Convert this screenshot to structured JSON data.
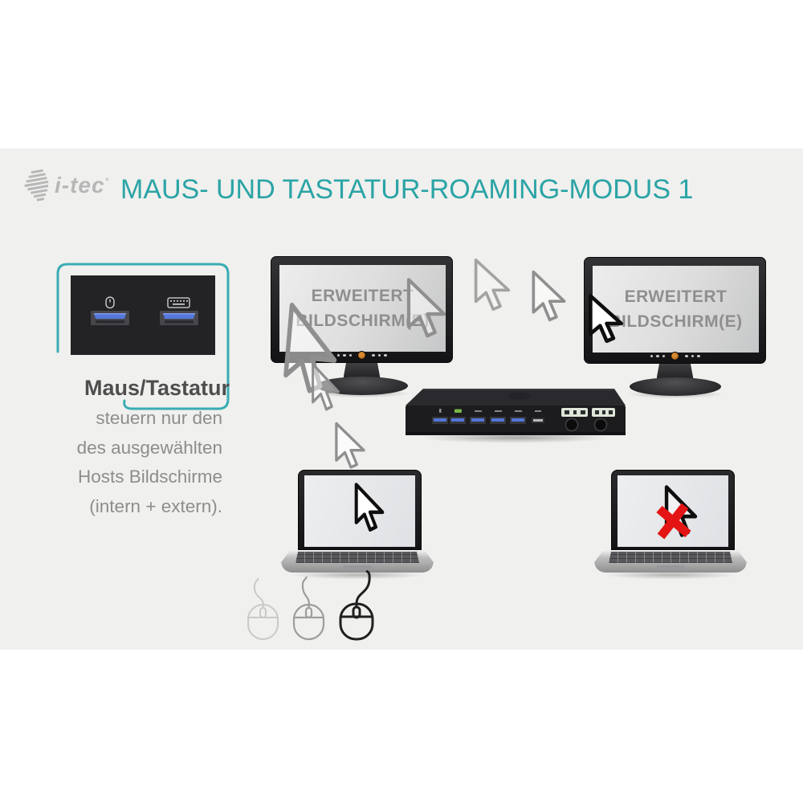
{
  "header": {
    "logo": "i-tec",
    "logo_mark": "°",
    "title": "MAUS- UND TASTATUR-ROAMING-MODUS 1"
  },
  "callout": {
    "heading": "Maus/Tastatur",
    "lines": [
      "steuern nur den",
      "des ausgewählten",
      "Hosts Bildschirme",
      "(intern + extern)."
    ]
  },
  "screen_text": {
    "line1": "ERWEITERT",
    "line2": "BILDSCHIRM(E)"
  },
  "colors": {
    "accent_teal": "#2ba4a6",
    "callout_border": "#3aadb3",
    "band_background": "#f0f0ee",
    "usb_blue": "#5478dc",
    "blocked_red": "#e41414",
    "cursor_gray": "#8f8f8f",
    "screen_text_gray": "#8f8f8f"
  },
  "icons": {
    "logo_arrow": "striped-left-arrow",
    "mouse": "mouse-outline",
    "keyboard": "keyboard-outline",
    "cursor": "arrow-pointer",
    "blocked_cursor": "arrow-pointer-with-red-x",
    "usb_port": "usb-a-port-blue",
    "audio_jack": "round-audio-jack"
  }
}
